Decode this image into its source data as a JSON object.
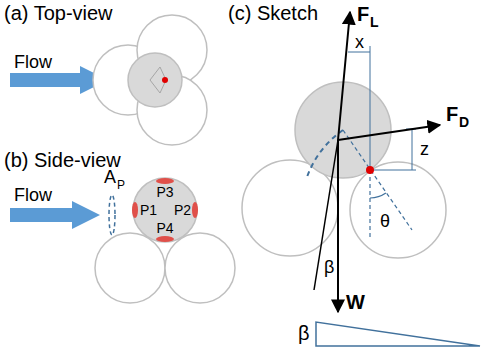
{
  "diagram": {
    "labels": [
      "(a) Top-view",
      "Flow",
      "(b) Side-view",
      "Flow",
      "A",
      "P",
      "P1",
      "P2",
      "P3",
      "P4",
      "(c) Sketch",
      "F",
      "L",
      "x",
      "F",
      "D",
      "z",
      "θ",
      "β",
      "W",
      "β"
    ]
  }
}
